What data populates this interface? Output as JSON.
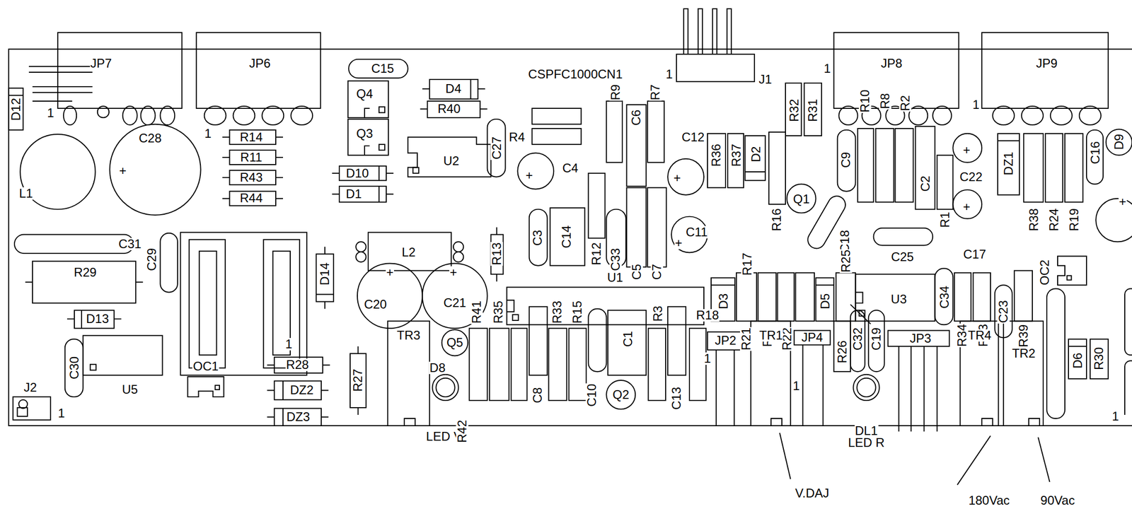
{
  "diagram": {
    "labels": [
      "JP7",
      "JP6",
      "C15",
      "CSPFC1000CN1",
      "1",
      "J1",
      "1",
      "JP8",
      "JP9",
      "D12",
      "1",
      "Q4",
      "D4",
      "R40",
      "R9",
      "C6",
      "R7",
      "R32",
      "R31",
      "1",
      "1",
      "R14",
      "C28",
      "Q3",
      "R4",
      "C27",
      "U2",
      "C12",
      "R36",
      "R37",
      "D2",
      "C9",
      "R10",
      "R8",
      "R2",
      "C16",
      "D9",
      "R11",
      "+",
      "+",
      "C4",
      "+",
      "R16",
      "Q1",
      "C18",
      "C22",
      "DZ1",
      "+",
      "L1",
      "R43",
      "D10",
      "R44",
      "D1",
      "C2",
      "R1",
      "+",
      "+",
      "R38",
      "R24",
      "R19",
      "C31",
      "C29",
      "L2",
      "R13",
      "C3",
      "C14",
      "R12",
      "C33",
      "C5",
      "C7",
      "C11",
      "+",
      "R17",
      "C25",
      "C17",
      "R29",
      "U1",
      "R25",
      "+",
      "+",
      "D14",
      "OC2",
      "D3",
      "D5",
      "U3",
      "C34",
      "C20",
      "C21",
      "D13",
      "C23",
      "R41",
      "R35",
      "R33",
      "R15",
      "R3",
      "R18",
      "R21",
      "R6",
      "R22",
      "R34",
      "R23",
      "R39",
      "TR3",
      "Q5",
      "C1",
      "JP2",
      "TR1",
      "JP4",
      "R26",
      "C32",
      "C19",
      "JP3",
      "TR4",
      "TR2",
      "1",
      "D6",
      "R30",
      "1",
      "1",
      "C30",
      "OC1",
      "R28",
      "R27",
      "D8",
      "J2",
      "U5",
      "DZ2",
      "C8",
      "C10",
      "Q2",
      "C13",
      "1",
      "DZ3",
      "1",
      "DL1",
      "LED V",
      "R42",
      "LED R",
      "V.DAJ",
      "180Vac",
      "90Vac"
    ]
  }
}
